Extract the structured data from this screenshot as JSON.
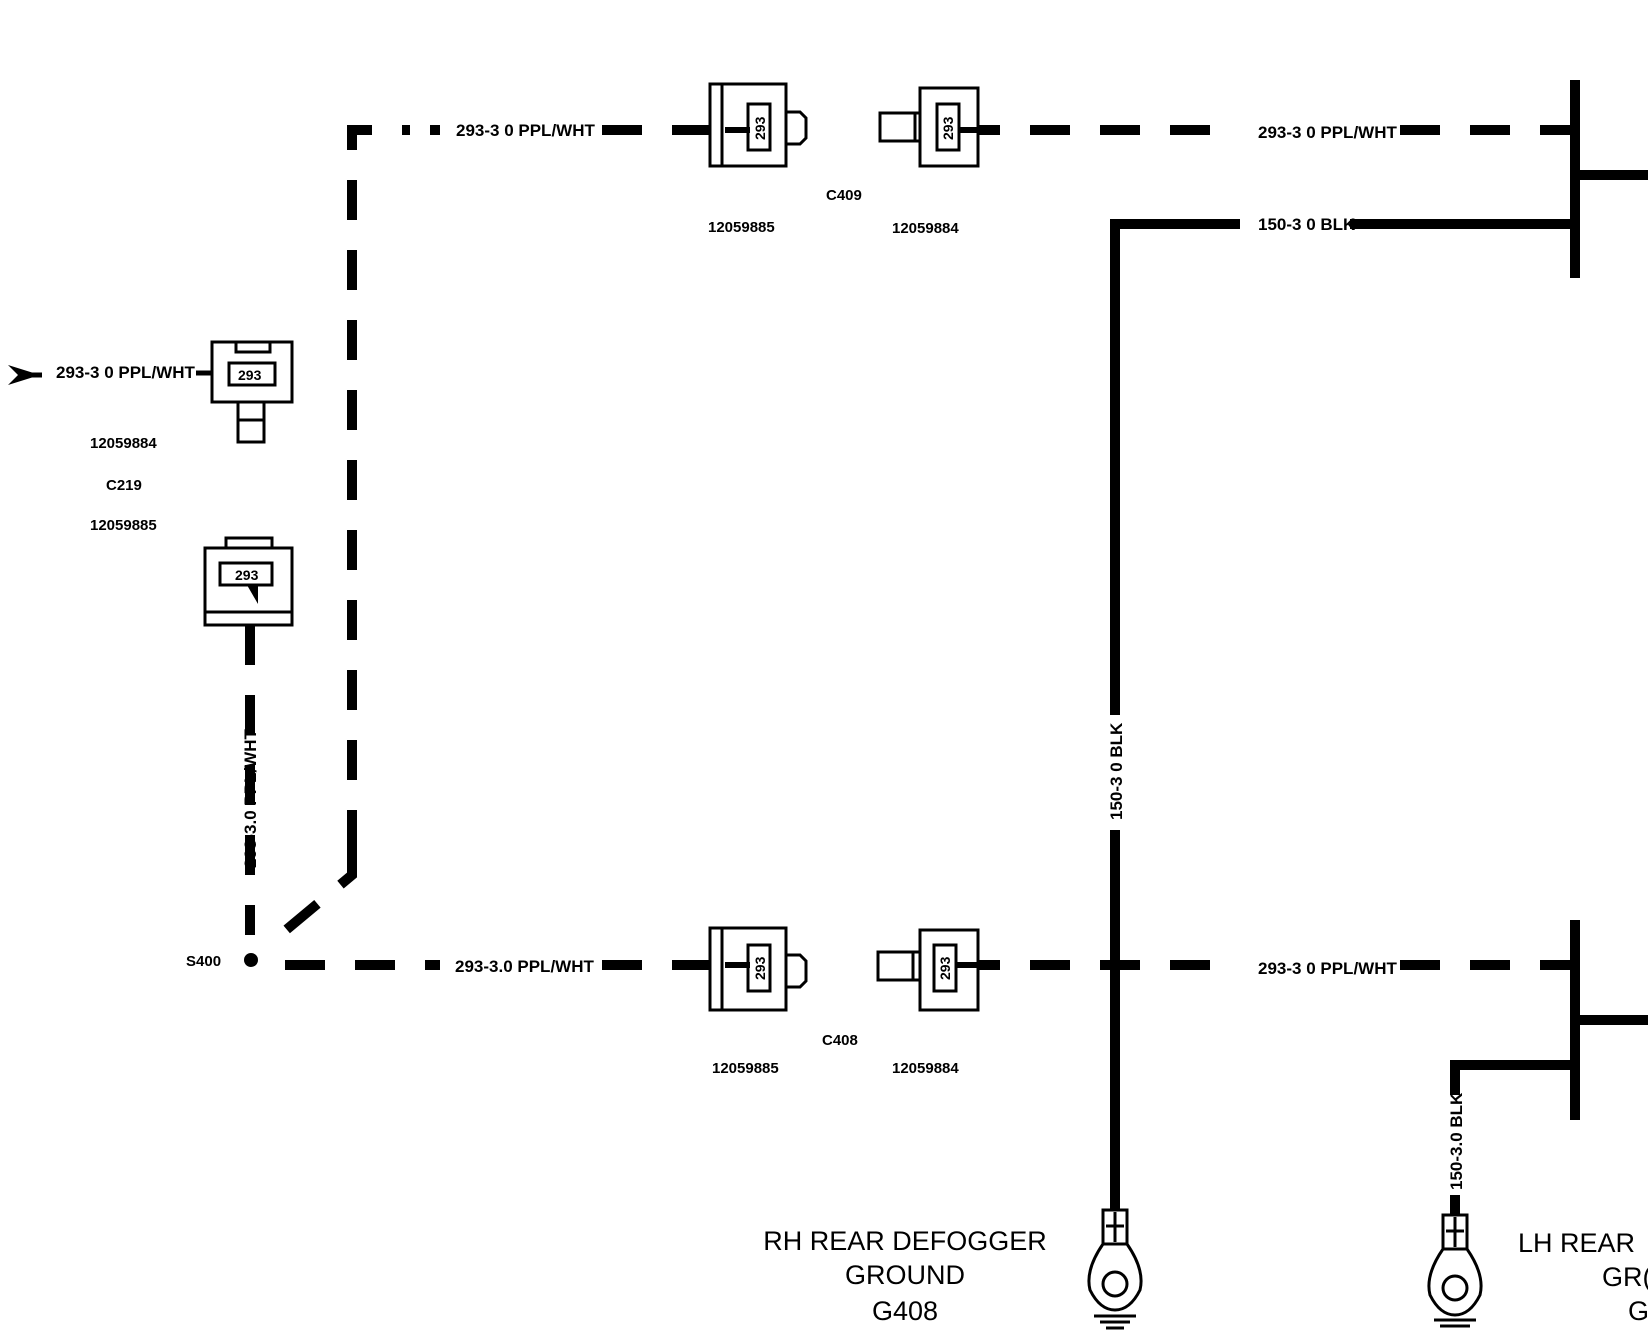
{
  "wires": {
    "w1": "293-3 0 PPL/WHT",
    "w2": "293-3 0 PPL/WHT",
    "w3": "293-3.0 PPL/WHT",
    "w4": "293-3.0 PPL/WHT",
    "w5": "293-3 0 PPL/WHT",
    "w6": "293-3 0 PPL/WHT",
    "b1": "150-3 0 BLK",
    "b2": "150-3 0 BLK",
    "b3": "150-3.0 BLK"
  },
  "connectors": {
    "c409": {
      "name": "C409",
      "left_part": "12059885",
      "right_part": "12059884",
      "pin": "293"
    },
    "c408": {
      "name": "C408",
      "left_part": "12059885",
      "right_part": "12059884",
      "pin": "293"
    },
    "c219": {
      "name": "C219",
      "top_part": "12059884",
      "bottom_part": "12059885",
      "pin": "293"
    }
  },
  "splice": {
    "name": "S400"
  },
  "grounds": {
    "rh": {
      "line1": "RH REAR DEFOGGER",
      "line2": "GROUND",
      "line3": "G408"
    },
    "lh": {
      "line1": "LH REAR",
      "line2": "GR(",
      "line3": "G"
    }
  }
}
